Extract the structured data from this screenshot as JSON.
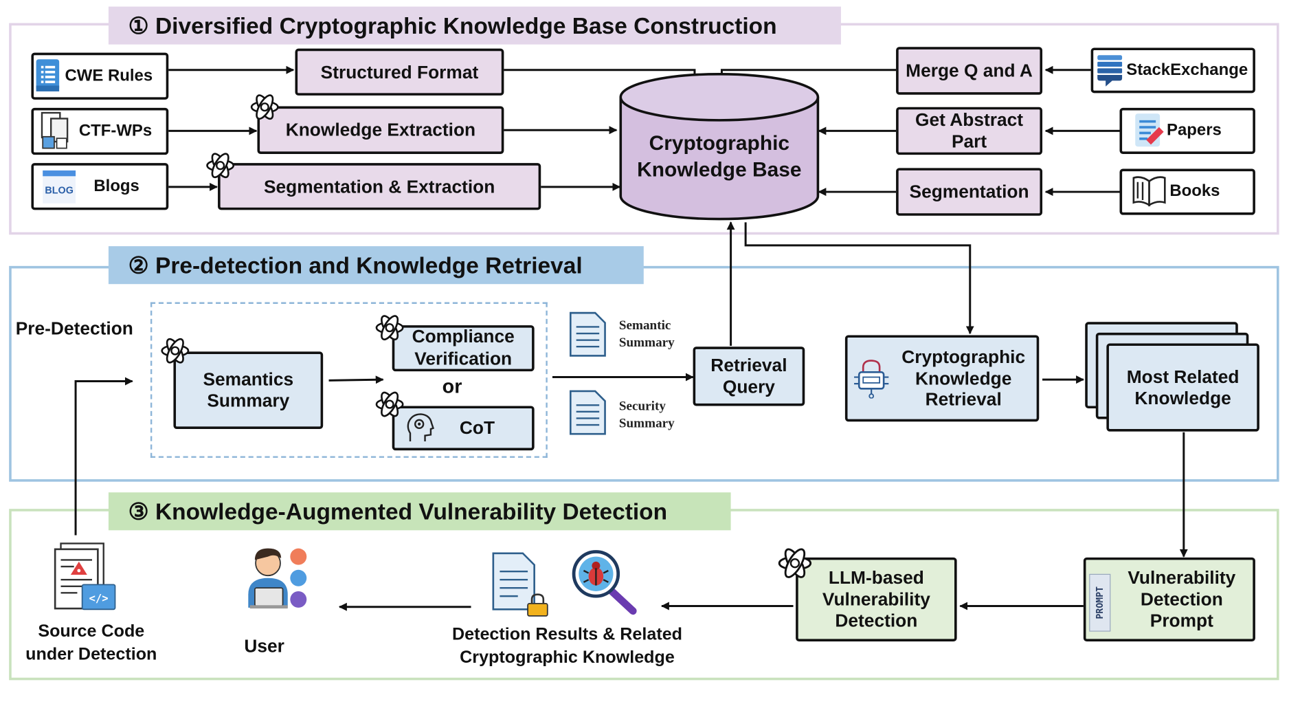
{
  "sections": {
    "s1": "①  Diversified Cryptographic Knowledge Base Construction",
    "s2": "②  Pre-detection and Knowledge Retrieval",
    "s3": "③  Knowledge-Augmented Vulnerability Detection"
  },
  "sources": {
    "cwe": "CWE Rules",
    "ctf": "CTF-WPs",
    "blogs": "Blogs",
    "blog_logo": "BLOG",
    "stackexchange": "StackExchange",
    "papers": "Papers",
    "books": "Books"
  },
  "processes": {
    "structured": "Structured Format",
    "knowledge_extraction": "Knowledge Extraction",
    "seg_extraction": "Segmentation & Extraction",
    "merge_qa": "Merge Q and A",
    "abstract": "Get Abstract Part",
    "segmentation": "Segmentation"
  },
  "kb": {
    "label": "Cryptographic Knowledge Base"
  },
  "predetect": {
    "title": "Pre-Detection",
    "semantics": "Semantics Summary",
    "compliance": "Compliance Verification",
    "or": "or",
    "cot": "CoT",
    "semantic_doc": "Semantic Summary",
    "security_doc": "Security Summary",
    "retrieval_query": "Retrieval Query",
    "crypto_retrieval": "Cryptographic Knowledge Retrieval",
    "most_related": "Most Related Knowledge"
  },
  "detection": {
    "vuln_prompt": "Vulnerability Detection Prompt",
    "prompt_tag": "PROMPT",
    "llm_detect": "LLM-based Vulnerability Detection",
    "results": "Detection Results & Related Cryptographic Knowledge",
    "user": "User",
    "source_code": "Source Code under Detection"
  }
}
